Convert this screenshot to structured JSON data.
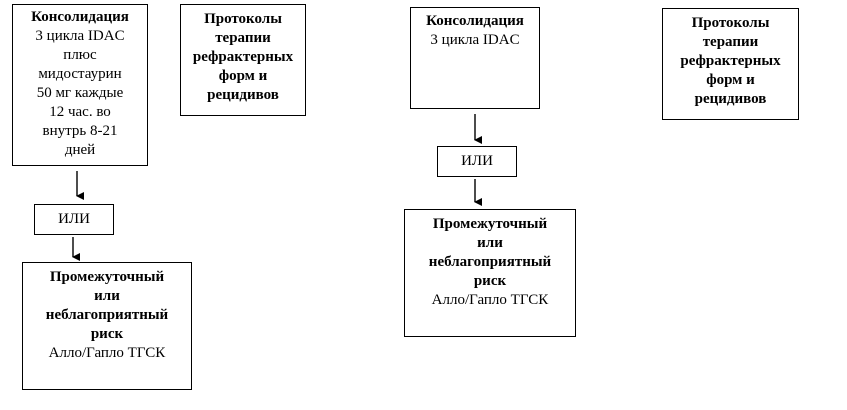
{
  "left": {
    "consolidation": {
      "title": "Консолидация",
      "lines": [
        "3 цикла IDAC",
        "плюс",
        "мидостаурин",
        "50 мг каждые",
        "12 час. во",
        "внутрь 8-21",
        "дней"
      ]
    },
    "protocols": {
      "title_lines": [
        "Протоколы",
        "терапии",
        "рефрактерных",
        "форм и",
        "рецидивов"
      ]
    },
    "or_label": "ИЛИ",
    "risk": {
      "title_lines": [
        "Промежуточный",
        "или",
        "неблагоприятный",
        "риск"
      ],
      "text": "Алло/Гапло ТГСК"
    }
  },
  "right": {
    "consolidation": {
      "title": "Консолидация",
      "lines": [
        "3 цикла IDAC"
      ]
    },
    "protocols": {
      "title_lines": [
        "Протоколы",
        "терапии",
        "рефрактерных",
        "форм и",
        "рецидивов"
      ]
    },
    "or_label": "ИЛИ",
    "risk": {
      "title_lines": [
        "Промежуточный",
        "или",
        "неблагоприятный",
        "риск"
      ],
      "text": "Алло/Гапло ТГСК"
    }
  }
}
